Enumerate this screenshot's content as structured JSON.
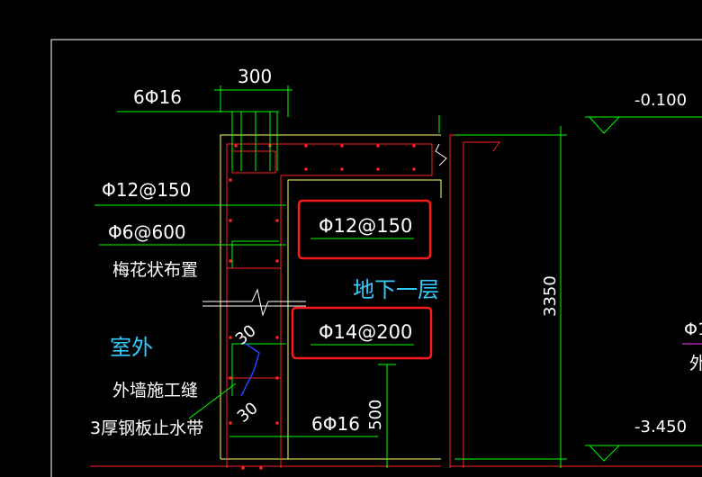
{
  "labels": {
    "dim_top": "300",
    "rebar_top": "6Φ16",
    "rebar_phi12": "Φ12@150",
    "rebar_phi6": "Φ6@600",
    "plum_layout": "梅花状布置",
    "outdoor": "室外",
    "wall_joint": "外墙施工缝",
    "waterstop": "3厚钢板止水带",
    "dim_30_upper": "30",
    "dim_30_lower": "30",
    "rebar_bottom": "6Φ16",
    "dim_500": "500",
    "basement": "地下一层",
    "box_phi12": "Φ12@150",
    "box_phi14": "Φ14@200",
    "dim_3350": "3350",
    "elev_top": "-0.100",
    "elev_bottom": "-3.450",
    "edge_phi": "Φ1",
    "edge_char": "外"
  },
  "colors": {
    "background": "#000000",
    "line_white": "#ffffff",
    "line_green": "#00ff00",
    "line_red": "#ff2020",
    "line_yellow": "#ffff66",
    "line_blue": "#2244ff",
    "text_cyan": "#33ccff",
    "highlight_box": "#ff1a1a",
    "accent_magenta": "#ff33ff"
  }
}
